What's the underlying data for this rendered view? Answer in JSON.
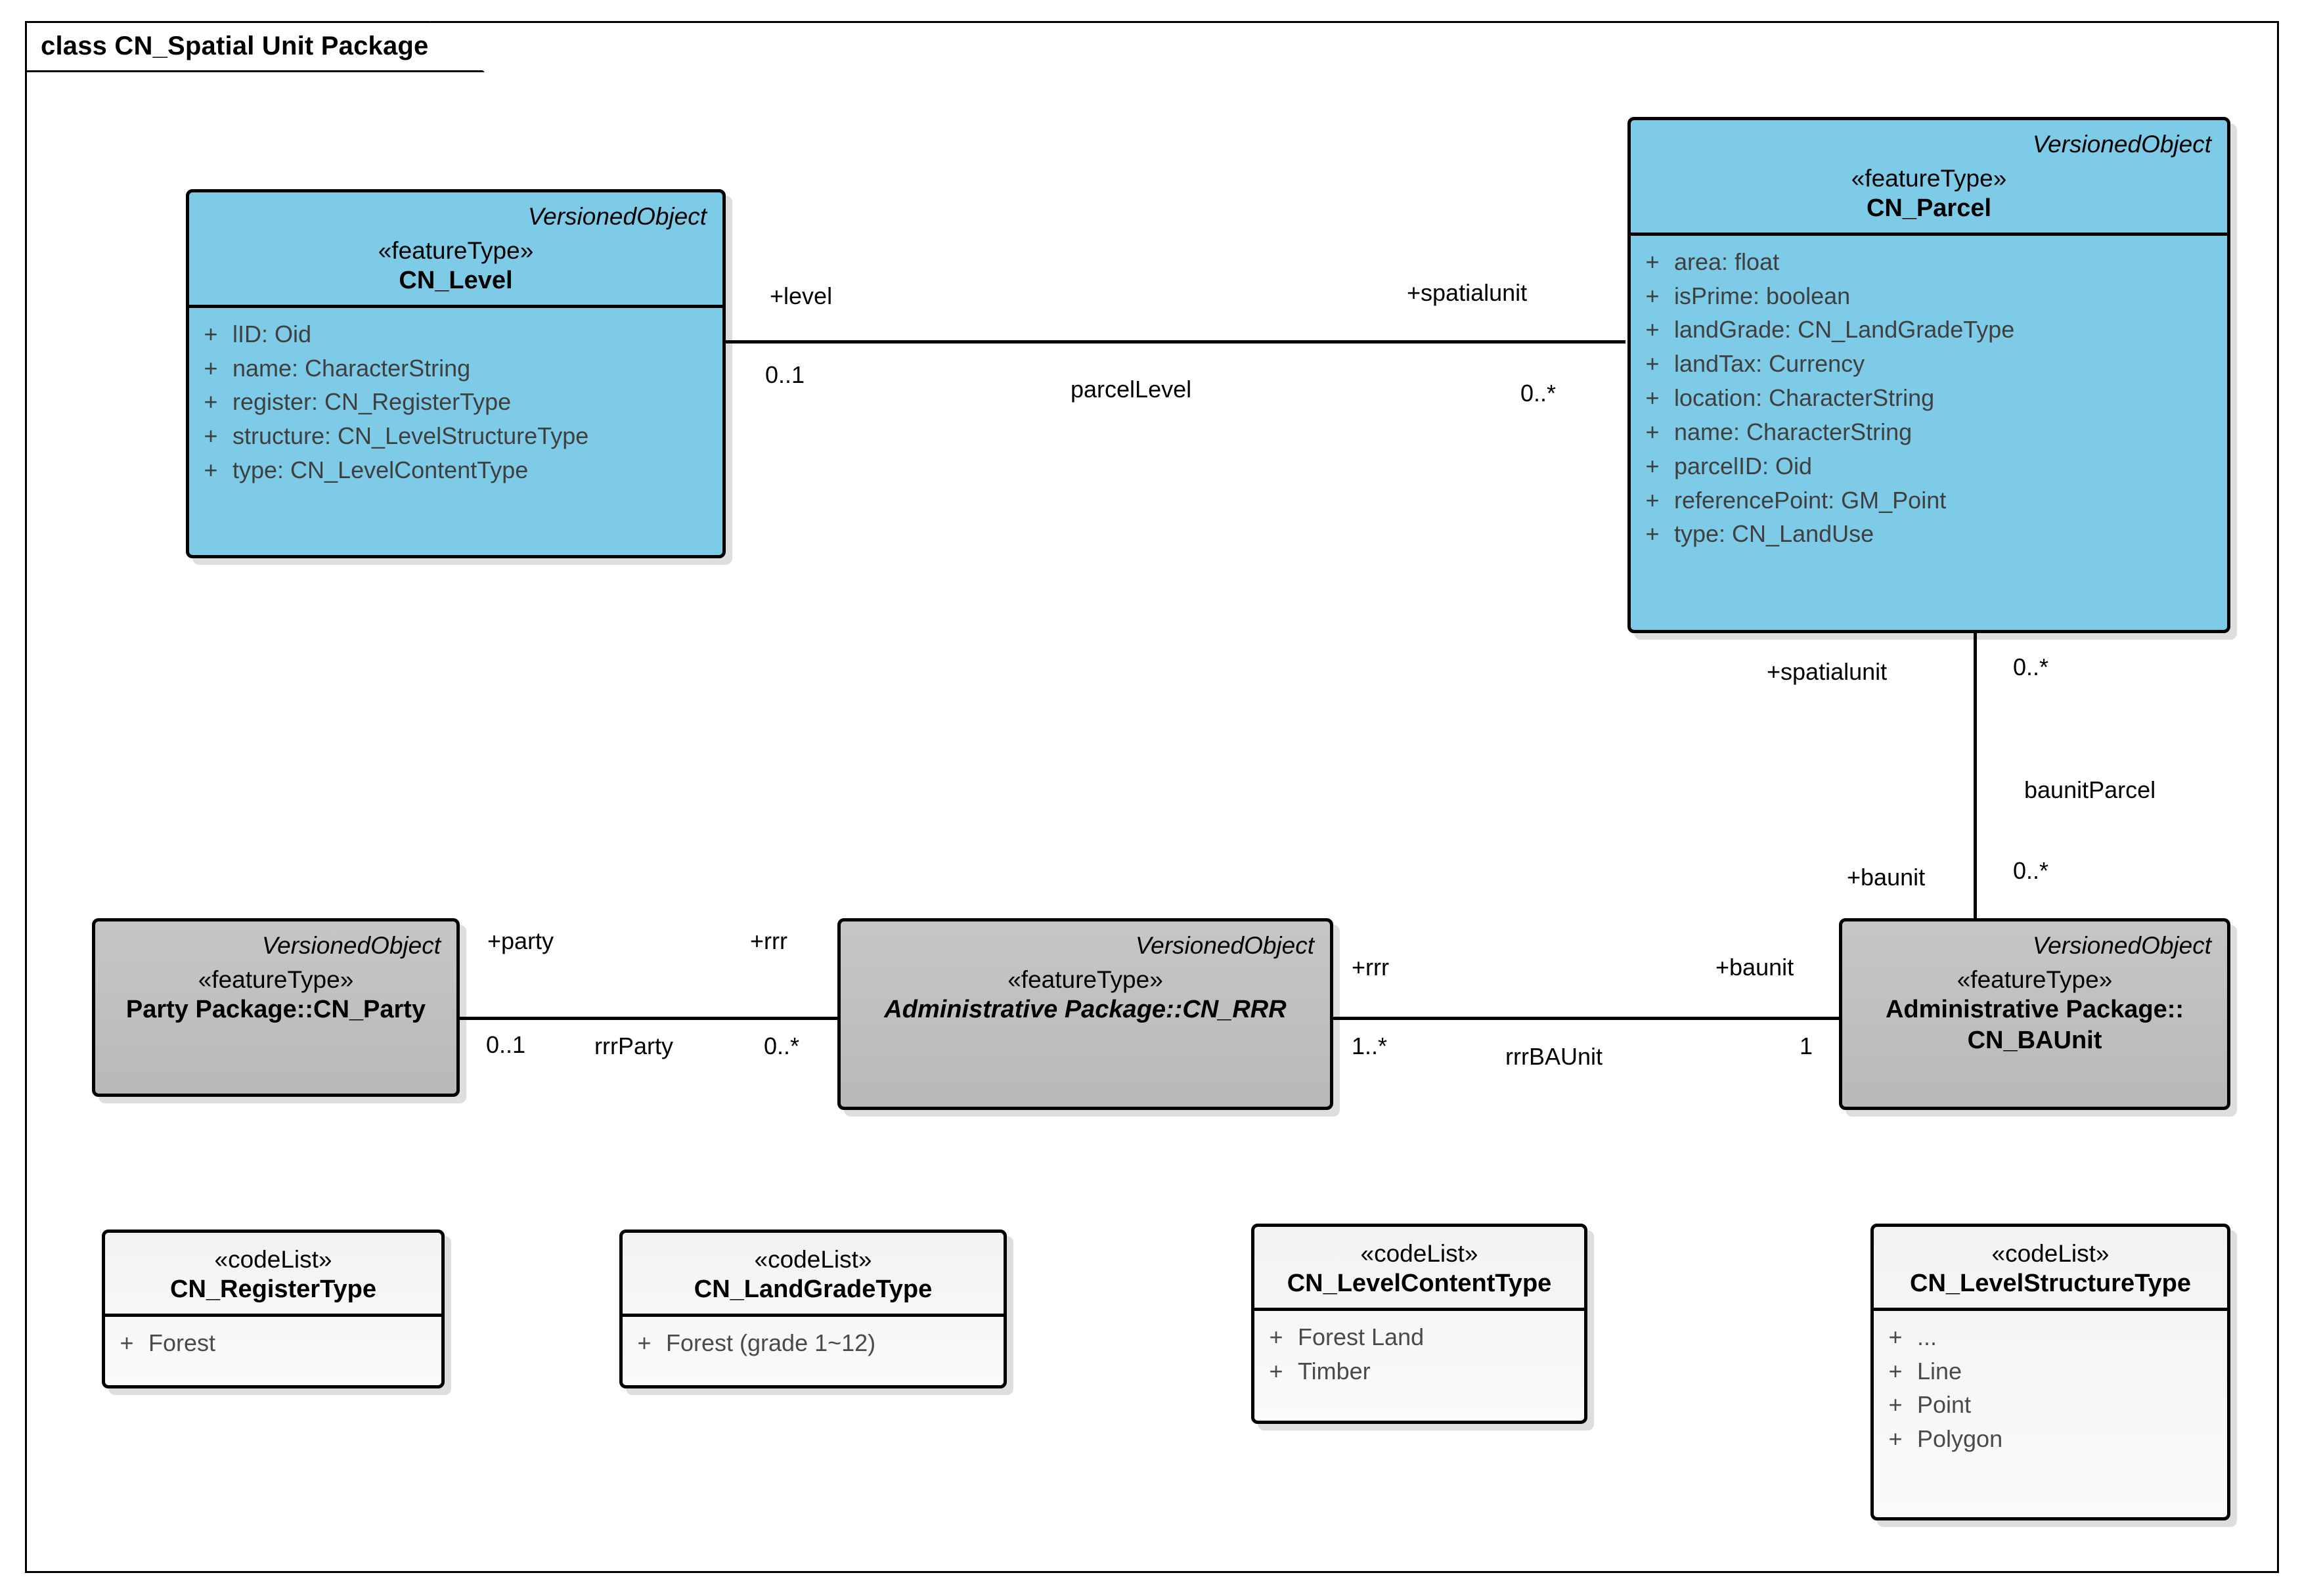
{
  "diagram": {
    "title": "class CN_Spatial Unit Package"
  },
  "classes": {
    "cn_level": {
      "stereotype_top": "VersionedObject",
      "stereotype": "«featureType»",
      "name": "CN_Level",
      "attributes": [
        {
          "visibility": "+",
          "text": "lID: Oid"
        },
        {
          "visibility": "+",
          "text": "name: CharacterString"
        },
        {
          "visibility": "+",
          "text": "register: CN_RegisterType"
        },
        {
          "visibility": "+",
          "text": "structure: CN_LevelStructureType"
        },
        {
          "visibility": "+",
          "text": "type: CN_LevelContentType"
        }
      ]
    },
    "cn_parcel": {
      "stereotype_top": "VersionedObject",
      "stereotype": "«featureType»",
      "name": "CN_Parcel",
      "attributes": [
        {
          "visibility": "+",
          "text": "area: float"
        },
        {
          "visibility": "+",
          "text": "isPrime: boolean"
        },
        {
          "visibility": "+",
          "text": "landGrade: CN_LandGradeType"
        },
        {
          "visibility": "+",
          "text": "landTax: Currency"
        },
        {
          "visibility": "+",
          "text": "location: CharacterString"
        },
        {
          "visibility": "+",
          "text": "name: CharacterString"
        },
        {
          "visibility": "+",
          "text": "parcelID: Oid"
        },
        {
          "visibility": "+",
          "text": "referencePoint: GM_Point"
        },
        {
          "visibility": "+",
          "text": "type: CN_LandUse"
        }
      ]
    },
    "cn_party": {
      "stereotype_top": "VersionedObject",
      "stereotype": "«featureType»",
      "name": "Party Package::CN_Party"
    },
    "cn_rrr": {
      "stereotype_top": "VersionedObject",
      "stereotype": "«featureType»",
      "name": "Administrative Package::CN_RRR"
    },
    "cn_baunit": {
      "stereotype_top": "VersionedObject",
      "stereotype": "«featureType»",
      "name_line1": "Administrative Package::",
      "name_line2": "CN_BAUnit"
    },
    "cn_register_type": {
      "stereotype": "«codeList»",
      "name": "CN_RegisterType",
      "attributes": [
        {
          "visibility": "+",
          "text": "Forest"
        }
      ]
    },
    "cn_landgrade_type": {
      "stereotype": "«codeList»",
      "name": "CN_LandGradeType",
      "attributes": [
        {
          "visibility": "+",
          "text": "Forest (grade 1~12)"
        }
      ]
    },
    "cn_levelcontent_type": {
      "stereotype": "«codeList»",
      "name": "CN_LevelContentType",
      "attributes": [
        {
          "visibility": "+",
          "text": "Forest Land"
        },
        {
          "visibility": "+",
          "text": "Timber"
        }
      ]
    },
    "cn_levelstructure_type": {
      "stereotype": "«codeList»",
      "name": "CN_LevelStructureType",
      "attributes": [
        {
          "visibility": "+",
          "text": "..."
        },
        {
          "visibility": "+",
          "text": "Line"
        },
        {
          "visibility": "+",
          "text": "Point"
        },
        {
          "visibility": "+",
          "text": "Polygon"
        }
      ]
    }
  },
  "associations": {
    "parcel_level": {
      "name": "parcelLevel",
      "source_role": "+level",
      "source_mult": "0..1",
      "target_role": "+spatialunit",
      "target_mult": "0..*"
    },
    "baunit_parcel": {
      "name": "baunitParcel",
      "source_role": "+spatialunit",
      "source_mult": "0..*",
      "target_role": "+baunit",
      "target_mult": "0..*"
    },
    "rrr_party": {
      "name": "rrrParty",
      "source_role": "+party",
      "source_mult": "0..1",
      "target_role": "+rrr",
      "target_mult": "0..*"
    },
    "rrr_baunit": {
      "name": "rrrBAUnit",
      "source_role": "+rrr",
      "source_mult": "1..*",
      "target_role": "+baunit",
      "target_mult": "1"
    }
  },
  "colors": {
    "feature_type_fill": "#7ecbe8",
    "package_class_fill": "#bdbdbd",
    "codelist_fill": "#f2f2f2",
    "border": "#000000",
    "attribute_text": "#3f3f3f"
  }
}
